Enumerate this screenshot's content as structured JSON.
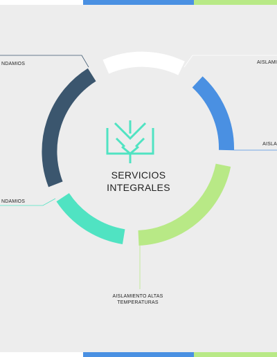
{
  "center": {
    "title_line1": "SERVICIOS",
    "title_line2": "INTEGRALES"
  },
  "labels": {
    "left_top": "NDAMIOS",
    "left_bottom": "NDAMIOS",
    "right_top": "AISLAMI",
    "right_mid": "AISLA",
    "bottom_line1": "AISLAMIENTO ALTAS",
    "bottom_line2": "TEMPERATURAS"
  },
  "colors": {
    "background": "#ededed",
    "white": "#ffffff",
    "blue": "#4a90e2",
    "green": "#b8e986",
    "teal": "#50e3c2",
    "navy": "#3b566e"
  },
  "icon": "asterisk-cross-logo-icon"
}
